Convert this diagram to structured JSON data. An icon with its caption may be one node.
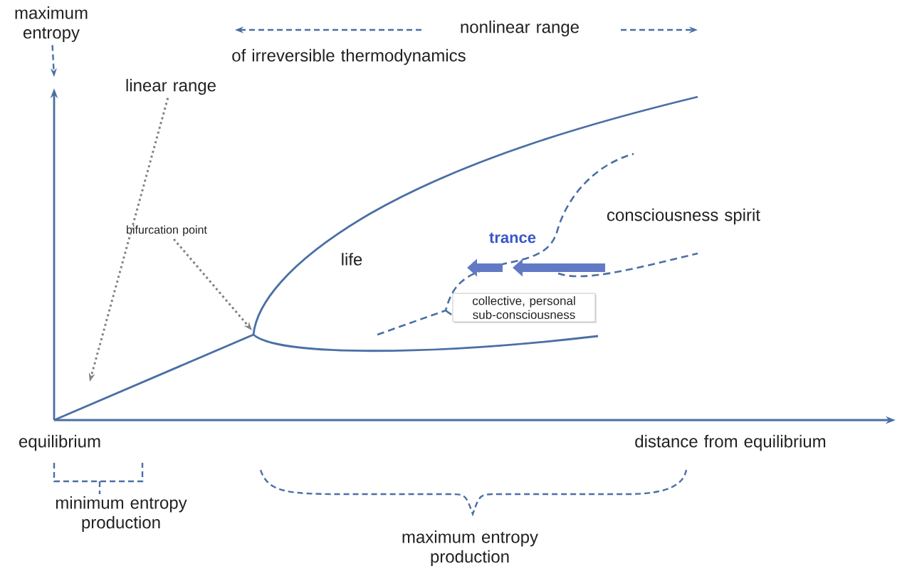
{
  "diagram": {
    "nodes": [
      {
        "text": [
          "maximum entropy"
        ]
      },
      {
        "text": [
          "linear range"
        ]
      },
      {
        "text": [
          "bifurcation point"
        ]
      },
      {
        "text": [
          "collective, personal sub-consciousness"
        ]
      }
    ],
    "edges": [
      {
        "from": 0,
        "to": null,
        "arrow": "to",
        "style": "dashed"
      },
      {
        "from": 1,
        "to": null,
        "arrow": "to"
      },
      {
        "from": 2,
        "to": null,
        "arrow": "to"
      }
    ],
    "labels": [
      "nonlinear range",
      "of irreversible thermodynamics",
      "life",
      "trance",
      "consciousness spirit",
      "equilibrium",
      "distance from equilibrium",
      "minimum entropy production",
      "maximum entropy production"
    ]
  }
}
